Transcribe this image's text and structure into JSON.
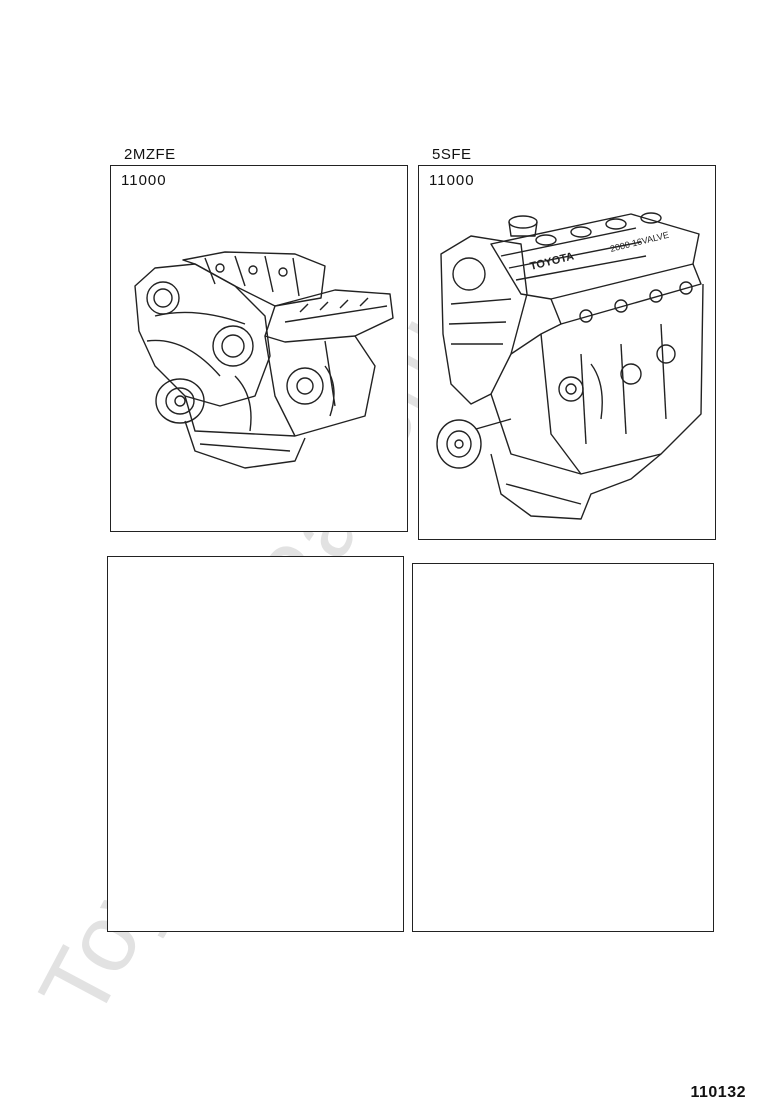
{
  "panels": [
    {
      "engine": "2MZFE",
      "part_number": "11000",
      "illustration": "v6-engine-assembly-icon"
    },
    {
      "engine": "5SFE",
      "part_number": "11000",
      "illustration": "inline4-engine-assembly-icon"
    },
    {
      "engine": "",
      "part_number": ""
    },
    {
      "engine": "",
      "part_number": ""
    }
  ],
  "engine_cover_text": {
    "brand": "TOYOTA",
    "model": "2000 16VALVE"
  },
  "watermark": "ToyotaCarPartsru",
  "sheet_number": "110132",
  "colors": {
    "line": "#222222",
    "watermark": "#d9d9d9",
    "background": "#ffffff"
  }
}
